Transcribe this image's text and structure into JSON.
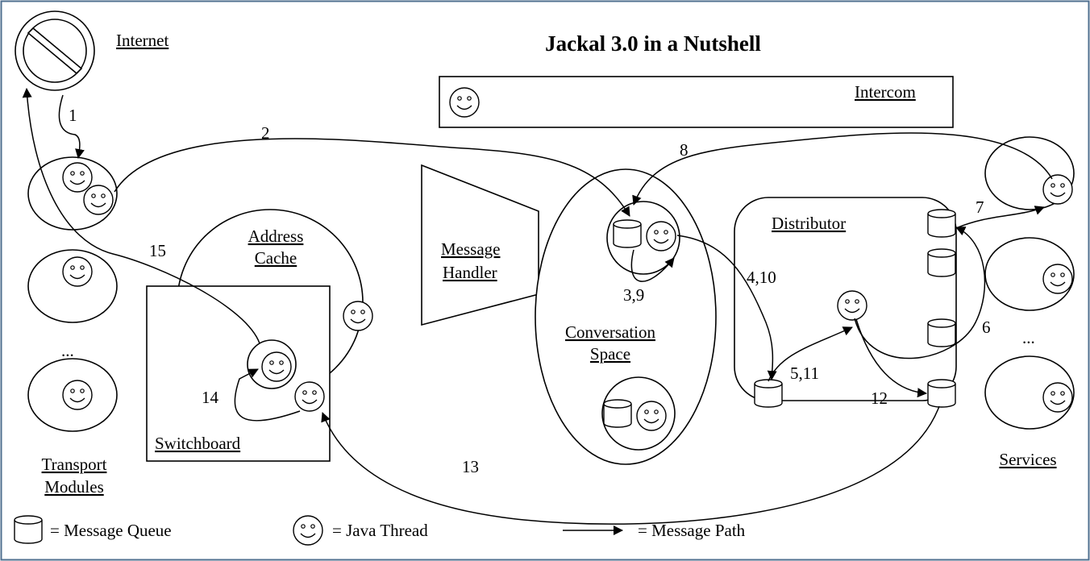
{
  "title": "Jackal 3.0 in a Nutshell",
  "components": {
    "internet": "Internet",
    "intercom": "Intercom",
    "address_cache": [
      "Address",
      "Cache"
    ],
    "message_handler": [
      "Message",
      "Handler"
    ],
    "distributor": "Distributor",
    "conversation_space": [
      "Conversation",
      "Space"
    ],
    "switchboard": "Switchboard",
    "transport_modules": [
      "Transport",
      "Modules"
    ],
    "services": "Services"
  },
  "ellipses": {
    "transport": "...",
    "services": "..."
  },
  "steps": [
    "1",
    "2",
    "3,9",
    "4,10",
    "5,11",
    "6",
    "7",
    "8",
    "12",
    "13",
    "14",
    "15"
  ],
  "legend": {
    "queue": "= Message Queue",
    "thread": "= Java Thread",
    "path": "= Message Path"
  },
  "colors": {
    "frame": "#4f6f8f",
    "stroke": "#000000"
  }
}
